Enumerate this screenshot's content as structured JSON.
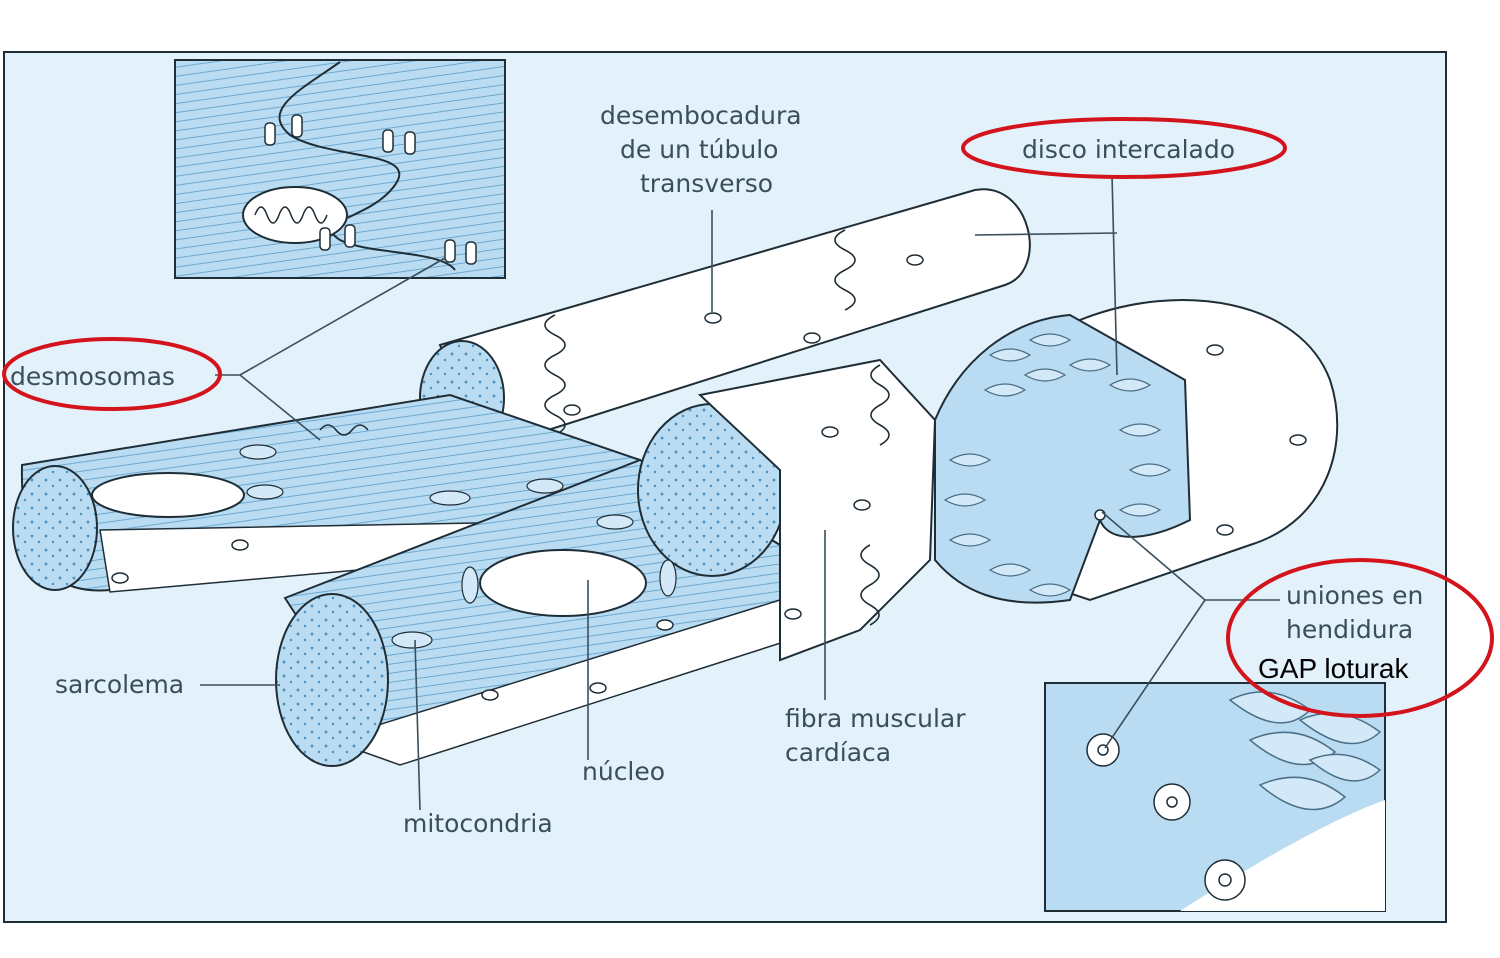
{
  "diagram": {
    "labels": {
      "desembocadura_1": "desembocadura",
      "desembocadura_2": "de un túbulo",
      "desembocadura_3": "transverso",
      "disco_intercalado": "disco intercalado",
      "desmosomas": "desmosomas",
      "uniones_1": "uniones en",
      "uniones_2": "hendidura",
      "gap": "GAP loturak",
      "sarcolema": "sarcolema",
      "fibra_1": "fibra muscular",
      "fibra_2": "cardíaca",
      "nucleo": "núcleo",
      "mitocondria": "mitocondria"
    },
    "colors": {
      "panel_bg": "#e3f1fb",
      "tissue_blue": "#b9dcf2",
      "tissue_light": "#d3e9f7",
      "fiber_white": "#ffffff",
      "line": "#3a4f5c",
      "highlight_ring": "#d4141c",
      "frame": "#1f2d36"
    }
  }
}
